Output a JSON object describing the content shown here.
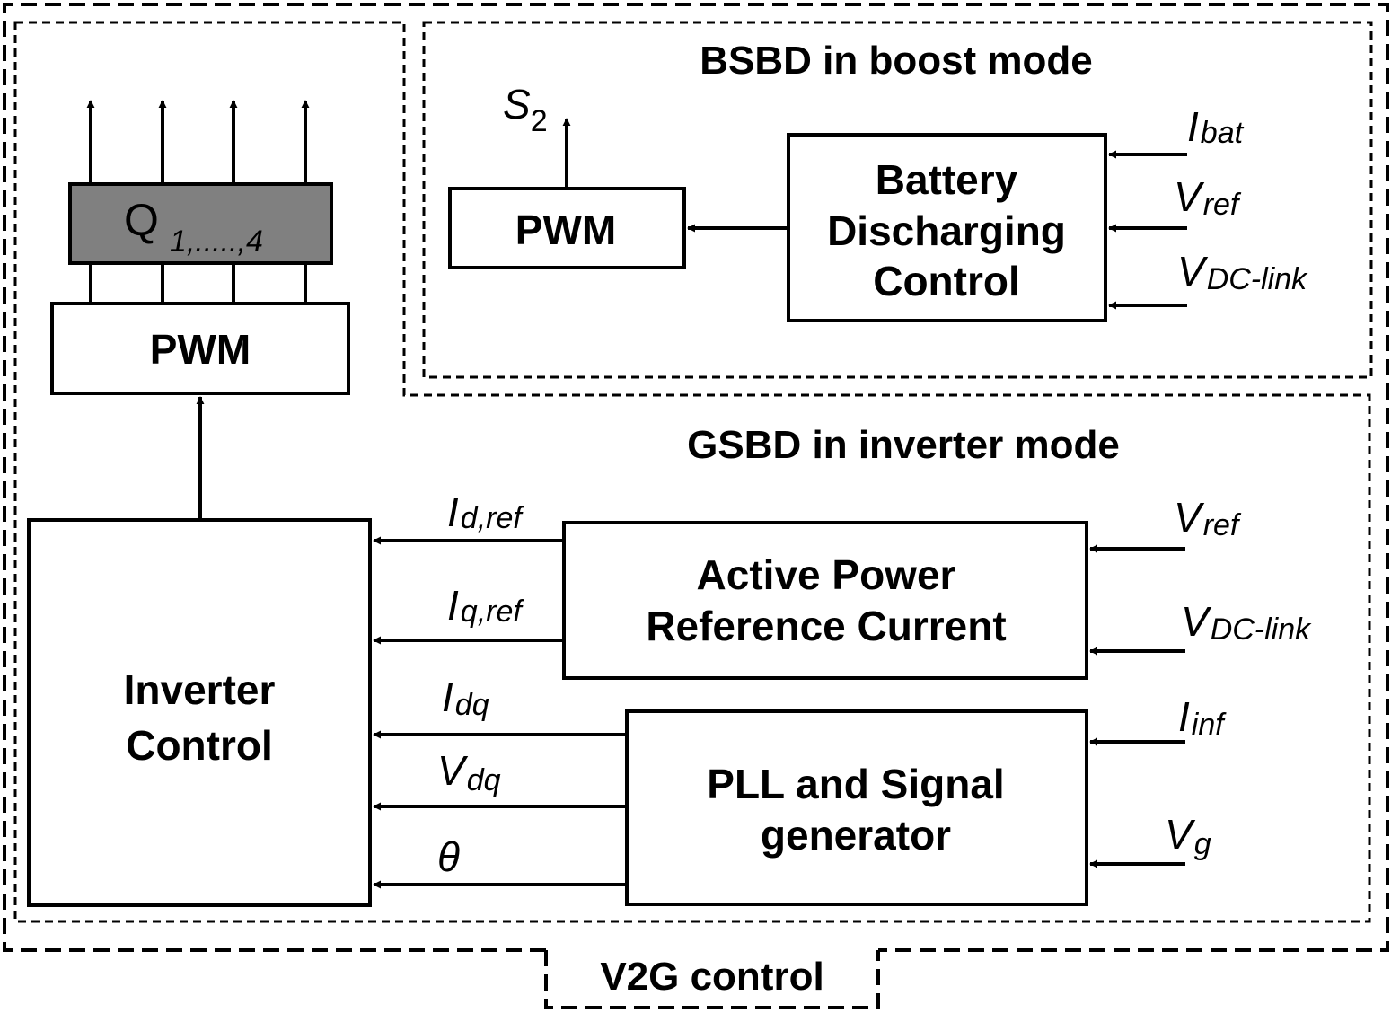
{
  "outer_label": "V2G control",
  "bsbd": {
    "title": "BSBD in boost mode",
    "pwm_label": "PWM",
    "control_lines": [
      "Battery",
      "Discharging",
      "Control"
    ],
    "output": {
      "main": "S",
      "sub": "2"
    },
    "inputs": [
      {
        "main": "I",
        "sub": "bat"
      },
      {
        "main": "V",
        "sub": "ref"
      },
      {
        "main": "V",
        "sub": "DC-link"
      }
    ]
  },
  "gsbd": {
    "title": "GSBD in inverter mode",
    "active_power_lines": [
      "Active Power",
      "Reference Current"
    ],
    "pll_lines": [
      "PLL and Signal",
      "generator"
    ],
    "active_inputs": [
      {
        "main": "V",
        "sub": "ref"
      },
      {
        "main": "V",
        "sub": "DC-link"
      }
    ],
    "pll_inputs": [
      {
        "main": "I",
        "sub": "inf"
      },
      {
        "main": "V",
        "sub": "g"
      }
    ],
    "signals_to_inverter": [
      {
        "main": "I",
        "sub": "d,ref"
      },
      {
        "main": "I",
        "sub": "q,ref"
      },
      {
        "main": "I",
        "sub": "dq"
      },
      {
        "main": "V",
        "sub": "dq"
      },
      {
        "main": "θ",
        "sub": ""
      }
    ]
  },
  "inverter": {
    "pwm_label": "PWM",
    "switch": {
      "main": "Q",
      "sub": "1,.....,4"
    },
    "control_lines": [
      "Inverter",
      "Control"
    ]
  }
}
